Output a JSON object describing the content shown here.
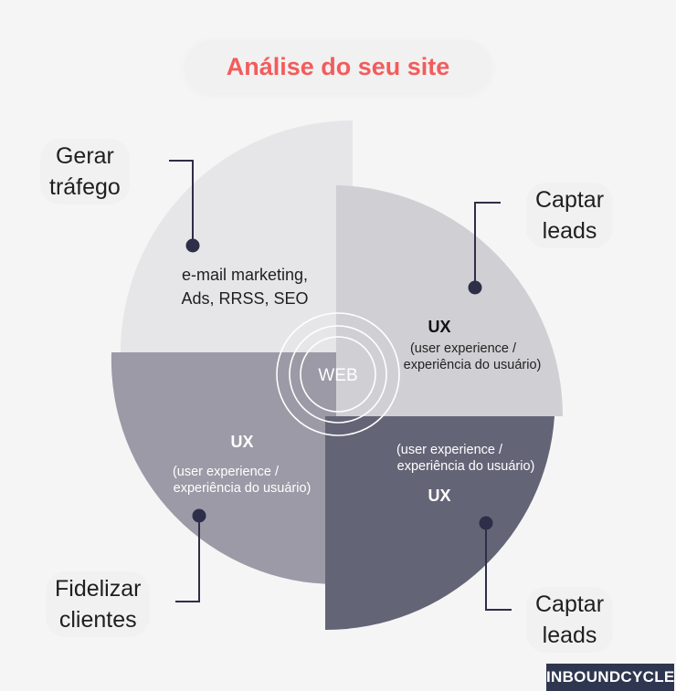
{
  "title": "Análise do seu site",
  "center_label": "WEB",
  "brand": "INBOUNDCYCLE",
  "colors": {
    "title": "#f25c5c",
    "q_top_left": "#e6e6e8",
    "q_top_right": "#d0d0d4",
    "q_bottom_left": "#9b9aa6",
    "q_bottom_right": "#646477",
    "dot": "#2e2e48",
    "badge": "#2f3650"
  },
  "quadrants": {
    "top_left": {
      "corner_label": [
        "Gerar",
        "tráfego"
      ],
      "text": [
        "e-mail marketing,",
        "Ads, RRSS, SEO"
      ]
    },
    "top_right": {
      "corner_label": [
        "Captar",
        "leads"
      ],
      "heading": "UX",
      "text": [
        "(user experience /",
        "experiência do usuário)"
      ]
    },
    "bottom_left": {
      "corner_label": [
        "Fidelizar",
        "clientes"
      ],
      "heading": "UX",
      "text": [
        "(user experience /",
        "experiência do usuário)"
      ]
    },
    "bottom_right": {
      "corner_label": [
        "Captar",
        "leads"
      ],
      "heading": "UX",
      "text": [
        "(user experience /",
        "experiência do usuário)"
      ]
    }
  }
}
